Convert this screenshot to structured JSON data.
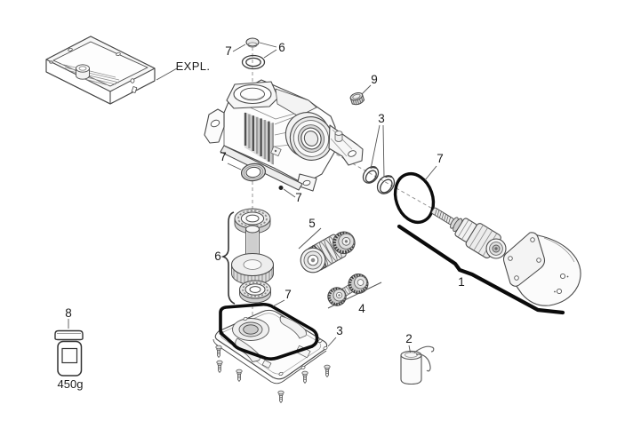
{
  "diagram": {
    "background": "#ffffff",
    "line_color": "#4a4a4a",
    "accent_black": "#0c0c0c",
    "callouts": {
      "expl_label": "EXPL.",
      "top_cap": "7",
      "top_oring": "6",
      "breather_plug": "9",
      "seal_rings": "3",
      "motor_oring": "7",
      "motor_group": "1",
      "output_seal": "7",
      "dowel_pin": "7",
      "gear_group": "6",
      "clutch_assembly": "5",
      "pinion_assembly": "4",
      "cover_gasket": "7",
      "base_plate": "3",
      "capacitor": "2",
      "grease_jar": "8",
      "grease_weight": "450g"
    }
  }
}
